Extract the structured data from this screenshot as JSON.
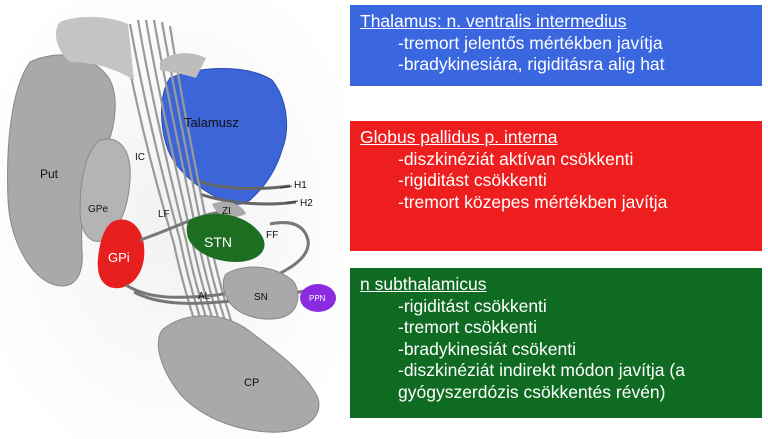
{
  "colors": {
    "thalamus_box": "#3a66e0",
    "gpi_box": "#ef1e1e",
    "stn_box": "#0f6b22",
    "structure_gray": "#a9a9a9",
    "thalamus_region": "#3c66d8",
    "gpi_region": "#e81f1f",
    "stn_region": "#1e6e22",
    "ppn_region": "#8a2be2"
  },
  "diagram": {
    "labels": {
      "putamen": "Put",
      "gpe": "GPe",
      "gpi": "GPi",
      "ic": "IC",
      "lf": "LF",
      "al": "AL",
      "thalamus": "Talamusz",
      "zi": "ZI",
      "stn": "STN",
      "ff": "FF",
      "h1": "H1",
      "h2": "H2",
      "sn": "SN",
      "ppn": "PPN",
      "cp": "CP"
    }
  },
  "boxes": {
    "thalamus": {
      "title": "Thalamus: n. ventralis intermedius",
      "items": [
        "-tremort jelentős mértékben javítja",
        "-bradykinesiára, rigiditásra alig hat"
      ]
    },
    "gpi": {
      "title": "Globus pallidus p. interna",
      "items": [
        "-diszkinéziát aktívan csökkenti",
        "-rigiditást csökkenti",
        "-tremort közepes mértékben javítja"
      ]
    },
    "stn": {
      "title": "n subthalamicus",
      "items": [
        "-rigiditást csökkenti",
        "-tremort csökkenti",
        "-bradykinesiát csökenti",
        "-diszkinéziát indirekt módon javítja (a gyógyszerdózis csökkentés révén)"
      ]
    }
  }
}
